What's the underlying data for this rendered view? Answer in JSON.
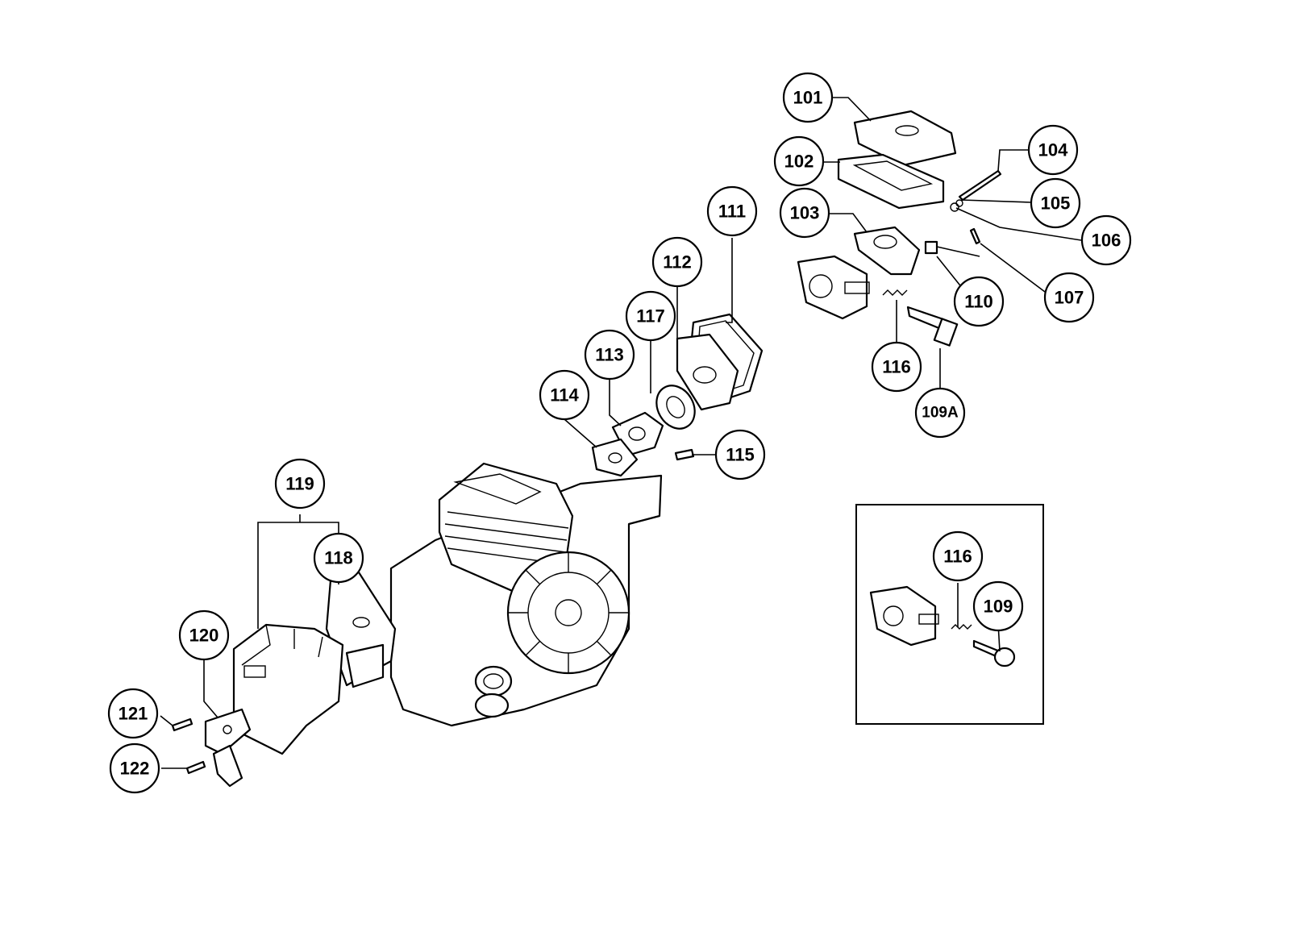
{
  "callouts": [
    {
      "id": "c101",
      "label": "101"
    },
    {
      "id": "c102",
      "label": "102"
    },
    {
      "id": "c103",
      "label": "103"
    },
    {
      "id": "c104",
      "label": "104"
    },
    {
      "id": "c105",
      "label": "105"
    },
    {
      "id": "c106",
      "label": "106"
    },
    {
      "id": "c107",
      "label": "107"
    },
    {
      "id": "c110",
      "label": "110"
    },
    {
      "id": "c116a",
      "label": "116"
    },
    {
      "id": "c109a",
      "label": "109A"
    },
    {
      "id": "c111",
      "label": "111"
    },
    {
      "id": "c112",
      "label": "112"
    },
    {
      "id": "c117",
      "label": "117"
    },
    {
      "id": "c113",
      "label": "113"
    },
    {
      "id": "c114",
      "label": "114"
    },
    {
      "id": "c115",
      "label": "115"
    },
    {
      "id": "c119",
      "label": "119"
    },
    {
      "id": "c118",
      "label": "118"
    },
    {
      "id": "c120",
      "label": "120"
    },
    {
      "id": "c121",
      "label": "121"
    },
    {
      "id": "c122",
      "label": "122"
    },
    {
      "id": "c116b",
      "label": "116"
    },
    {
      "id": "c109",
      "label": "109"
    }
  ]
}
